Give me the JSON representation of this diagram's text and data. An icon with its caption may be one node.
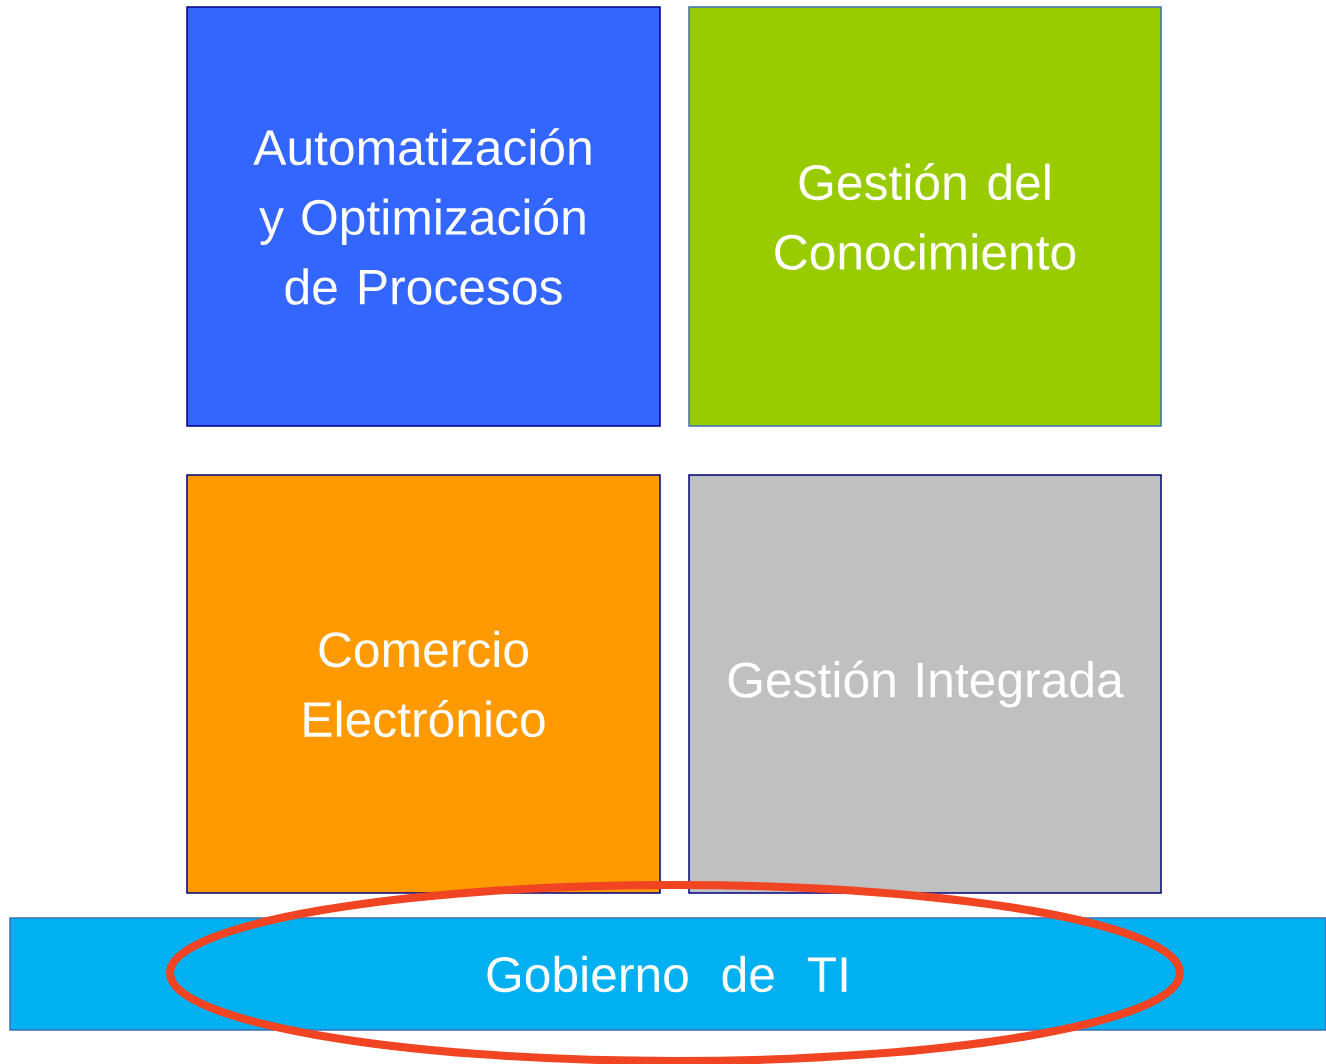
{
  "diagram": {
    "nodes": [
      {
        "text": [
          "Automatización y Optimización de Procesos"
        ]
      },
      {
        "text": [
          "Gestión del Conocimiento"
        ]
      },
      {
        "text": [
          "Comercio Electrónico"
        ]
      },
      {
        "text": [
          "Gestión Integrada"
        ]
      },
      {
        "text": [
          "Gobierno de TI"
        ]
      }
    ]
  }
}
